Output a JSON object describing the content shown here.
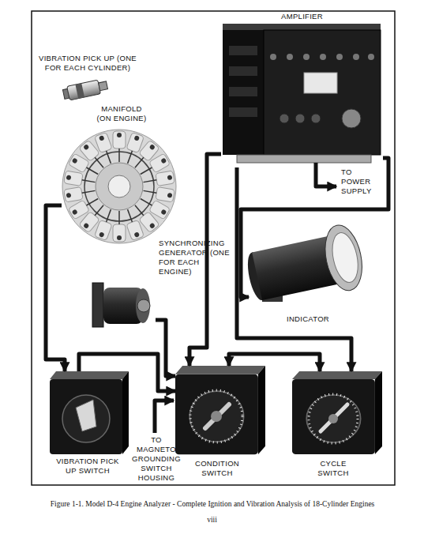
{
  "diagram": {
    "caption": "Figure 1-1. Model D-4 Engine Analyzer - Complete Ignition and Vibration Analysis of 18-Cylinder Engines",
    "nodes": [
      {
        "text": [
          "VIBRATION PICK UP (ONE FOR EACH CYLINDER)"
        ]
      },
      {
        "text": [
          "AMPLIFIER"
        ]
      },
      {
        "text": [
          "MANIFOLD (ON ENGINE)"
        ]
      },
      {
        "text": [
          "SYNCHRONIZING GENERATOR (ONE FOR EACH ENGINE)"
        ]
      },
      {
        "text": [
          "INDICATOR"
        ]
      },
      {
        "text": [
          "VIBRATION PICK UP SWITCH"
        ]
      },
      {
        "text": [
          "CONDITION SWITCH"
        ]
      },
      {
        "text": [
          "CYCLE SWITCH"
        ]
      }
    ],
    "edges": [
      {
        "from": 2,
        "to": 5,
        "arrow": "to"
      },
      {
        "from": 5,
        "to": 6,
        "arrow": "to"
      },
      {
        "from": 3,
        "to": 6,
        "arrow": "to"
      },
      {
        "from": 1,
        "to": 6,
        "arrow": "to"
      },
      {
        "from": 1,
        "to": 7,
        "arrow": "to"
      },
      {
        "from": 6,
        "to": 7,
        "arrow": "both"
      },
      {
        "from": 1,
        "to": 4,
        "arrow": "to"
      }
    ],
    "labels": [
      "TO POWER SUPPLY",
      "TO MAGNETO GROUNDING SWITCH HOUSING",
      "viii"
    ]
  }
}
